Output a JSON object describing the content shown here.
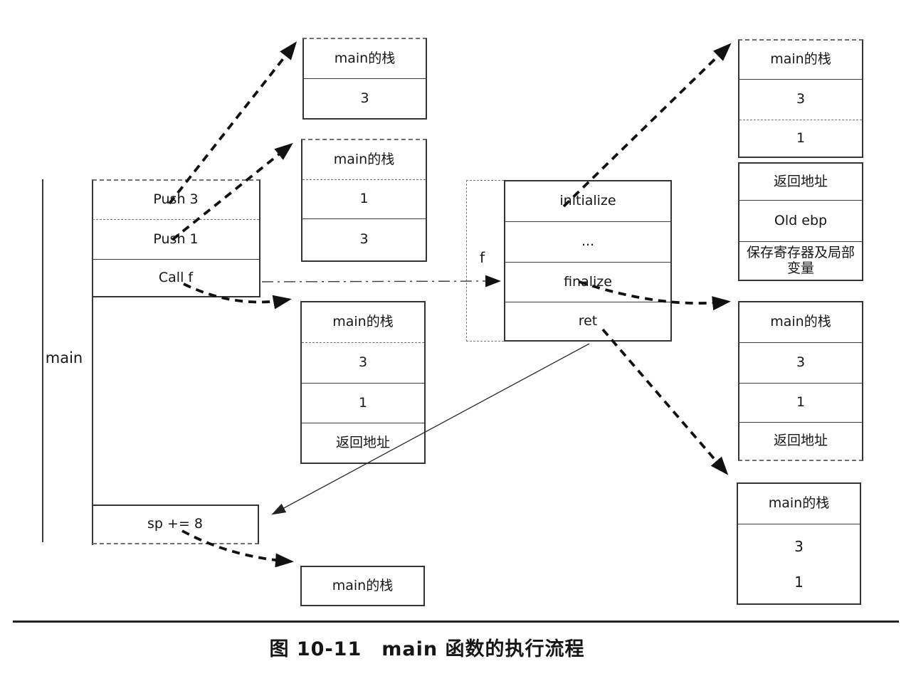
{
  "colors": {
    "ink": "#161616",
    "paper": "#ffffff"
  },
  "caption": "图 10-11　main 函数的执行流程",
  "main_bracket": {
    "label": "main"
  },
  "instruction_rows": [
    {
      "label": "Push 3"
    },
    {
      "label": "Push 1"
    },
    {
      "label": "Call f"
    }
  ],
  "sp_box": {
    "label": "sp += 8"
  },
  "f_box": {
    "label": "f",
    "rows": [
      "initialize",
      "...",
      "finalize",
      "ret"
    ]
  },
  "stacks": {
    "after_push3": {
      "rows": [
        "main的栈",
        "3"
      ]
    },
    "after_push1": {
      "rows": [
        "main的栈",
        "1",
        "3"
      ]
    },
    "after_call": {
      "rows": [
        "main的栈",
        "3",
        "1",
        "返回地址"
      ]
    },
    "after_sp": {
      "rows": [
        "main的栈"
      ]
    },
    "in_f_top": {
      "rows": [
        "main的栈",
        "3",
        "1"
      ]
    },
    "in_f_frame": {
      "rows": [
        "返回地址",
        "Old ebp",
        "保存寄存器及局部变量"
      ]
    },
    "after_finalize": {
      "rows": [
        "main的栈",
        "3",
        "1",
        "返回地址"
      ]
    },
    "after_ret": {
      "rows": [
        "main的栈",
        "3",
        "1"
      ]
    }
  }
}
